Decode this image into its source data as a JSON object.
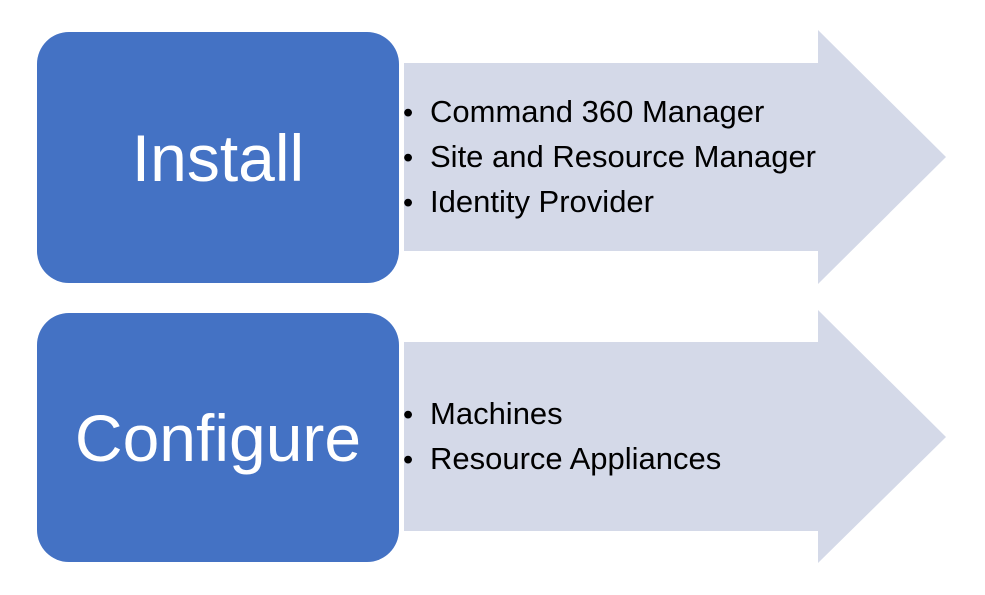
{
  "diagram": {
    "bullet_char": "•",
    "colors": {
      "background": "#FFFFFF",
      "box_fill": "#4472C4",
      "box_text": "#FFFFFF",
      "arrow_fill": "#D4D9E8",
      "item_text": "#000000"
    },
    "steps": [
      {
        "label": "Install",
        "items": [
          "Command 360 Manager",
          "Site and Resource Manager",
          "Identity Provider"
        ]
      },
      {
        "label": "Configure",
        "items": [
          "Machines",
          "Resource Appliances"
        ]
      }
    ]
  }
}
